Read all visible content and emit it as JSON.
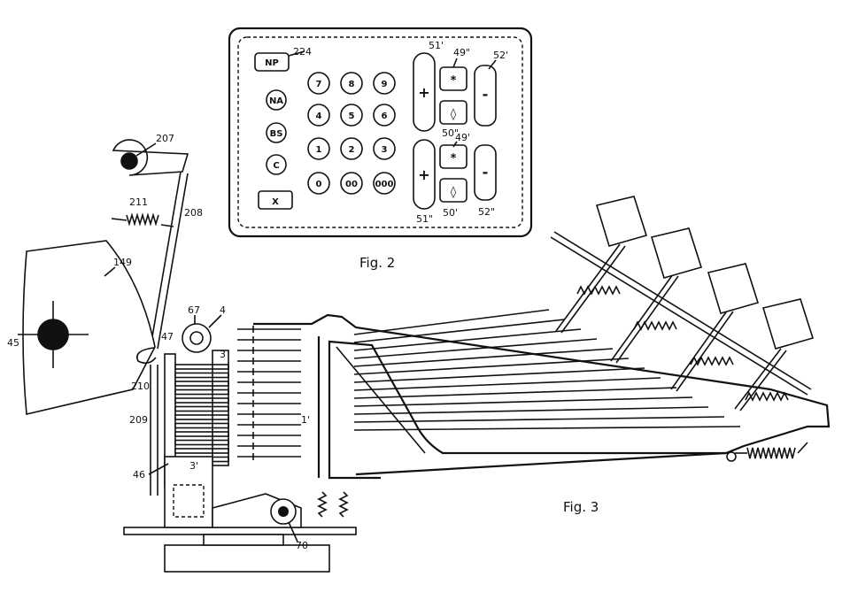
{
  "figures": {
    "fig2": {
      "caption": "Fig. 2"
    },
    "fig3": {
      "caption": "Fig. 3"
    }
  },
  "keypad": {
    "left_keys": [
      "NP",
      "NA",
      "BS",
      "C",
      "X"
    ],
    "digit_rows": [
      [
        "7",
        "8",
        "9"
      ],
      [
        "4",
        "5",
        "6"
      ],
      [
        "1",
        "2",
        "3"
      ],
      [
        "0",
        "00",
        "000"
      ]
    ],
    "op_upper": {
      "plus": "+",
      "star": "*",
      "delta": "◊",
      "minus": "-"
    },
    "op_lower": {
      "plus": "+",
      "star": "*",
      "delta": "◊",
      "minus": "-"
    },
    "ref_labels": {
      "key_np": "224",
      "plus_upper": "51'",
      "star_upper": "49\"",
      "minus_upper": "52'",
      "delta_upper": "50\"",
      "star_lower": "49'",
      "plus_lower": "51\"",
      "delta_lower": "50'",
      "minus_lower": "52\""
    }
  },
  "mechanism": {
    "ref_labels": {
      "pivot_top": "207",
      "spring_left": "211",
      "link_upper": "208",
      "sector": "149",
      "shaft": "45",
      "hook": "210",
      "link_lower": "209",
      "pin_47": "47",
      "wheel_67": "67",
      "frame_4": "4",
      "part_3": "3",
      "part_46": "46",
      "part_3p": "3'",
      "shaft_70": "70",
      "lever_1": "1'"
    }
  }
}
